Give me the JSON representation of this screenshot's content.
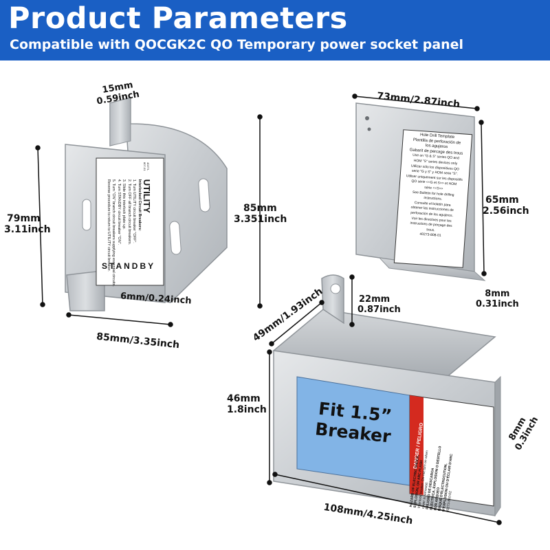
{
  "header": {
    "title": "Product Parameters",
    "subtitle": "Compatible with QOCGK2C QO Temporary power socket panel",
    "background_color": "#1a5fc4",
    "text_color": "#ffffff"
  },
  "dimensions": {
    "tab_width": [
      "15mm",
      "0.59inch"
    ],
    "part1_height": [
      "79mm",
      "3.11inch"
    ],
    "part1_side_height": [
      "85mm",
      "3.351inch"
    ],
    "part1_hook": [
      "6mm/0.24inch"
    ],
    "part1_width": [
      "85mm/3.35inch"
    ],
    "template_width": [
      "73mm/2.87inch"
    ],
    "template_height": [
      "65mm",
      "2.56inch"
    ],
    "template_lip": [
      "8mm",
      "0.31inch"
    ],
    "bracket_tab_height": [
      "22mm",
      "0.87inch"
    ],
    "bracket_depth": [
      "49mm/1.93inch"
    ],
    "bracket_height": [
      "46mm",
      "1.8inch"
    ],
    "bracket_lip": [
      "8mm",
      "0.3inch"
    ],
    "bracket_length": [
      "108mm/4.25inch"
    ]
  },
  "parts": {
    "interlock_label": {
      "heading": "UTILITY",
      "standby": "STANDBY",
      "instructions_title": "Interlocked Circuit Breakers:",
      "steps": [
        "1. Turn UTILITY circuit breaker \"OFF\".",
        "2. Turn OFF all branch circuit breakers.",
        "3. Slide this interlock plate up.",
        "4. Turn STANDBY circuit breaker \"ON\".",
        "5. Turn \"ON\" branch circuit breakers supplying essential circuits.",
        "Reverse procedure to return to UTILITY circuit breaker."
      ],
      "part_number": "40273-807-01"
    },
    "drill_template_label": {
      "lines": [
        "Hole Drill Template",
        "Plantilla de perforación de",
        "los agujeros",
        "Gabarit de percage des trous",
        "Use on \"G & S\" series QO and",
        "HOM \"S\" series devices only",
        "Utilizar sólo los dispositivos QO",
        "serie \"G y S\" y HOM serie \"S\".",
        "Utiliser uniquement sur les dispositifs",
        "QO série <<G et S>> et HOM",
        "série <<S>>",
        "See Bulletin for hole drilling",
        "instructions.",
        "Consulte el boletín para",
        "obtener las instrucciones de",
        "perforación de los agujeros.",
        "Voir les directives pour les",
        "instructions de perçage des",
        "trous."
      ],
      "part_number": "40273-808-01"
    },
    "bracket_callout": {
      "line1": "Fit 1.5”",
      "line2": "Breaker",
      "callout_color": "#82b4e6"
    },
    "danger_label": {
      "header": "DANGER / PELIGRO",
      "lines": [
        "HAZARD OF ELECTRIC SHOCK,",
        "EXPLOSION, OR ARC FLASH",
        "Interlock breaker. Do not turn on when",
        "cover is removed.",
        "PELIGRO DE DESCARGA",
        "ELECTRICA, EXPLOSION O DESTELLO",
        "POR ARQUEO",
        "RISQUE D'ÉLECTROCUTION,",
        "D'EXPLOSION OU D'ÉCLAIR D'ARC",
        "40273-810-02"
      ],
      "header_color": "#d42a1f"
    }
  }
}
